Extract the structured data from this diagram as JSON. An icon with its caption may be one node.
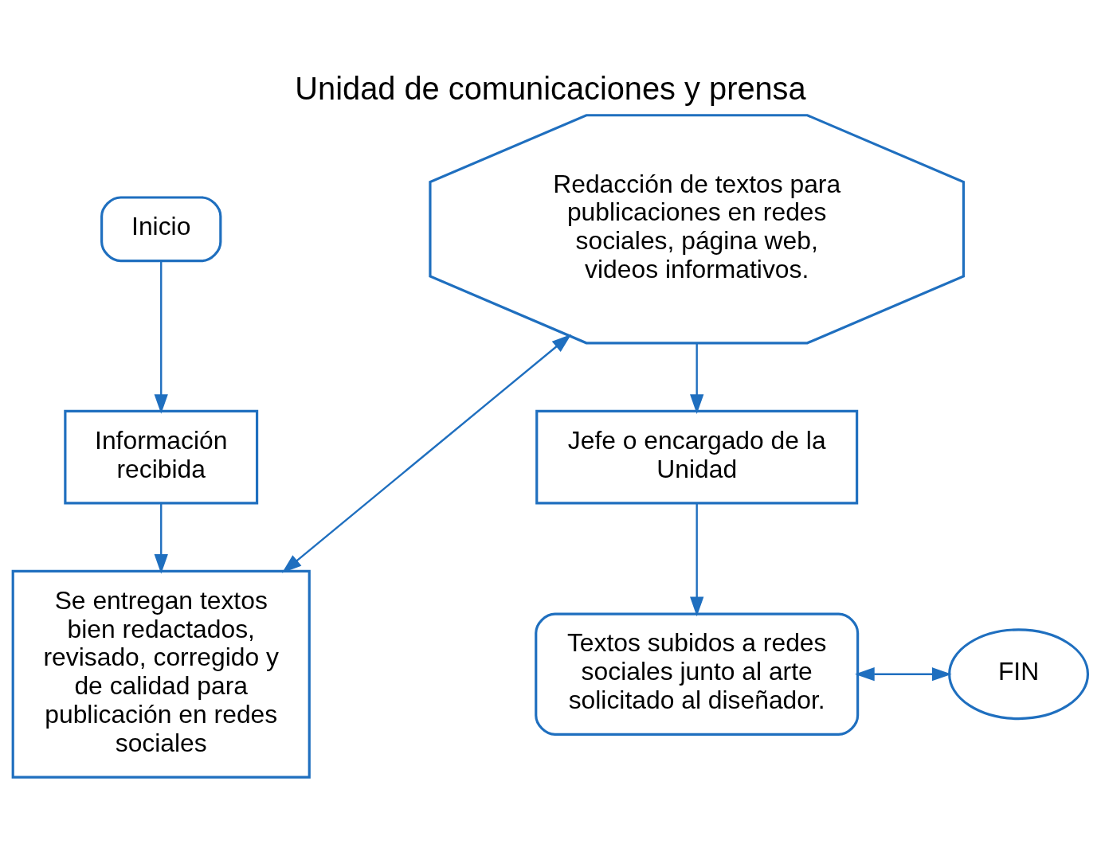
{
  "diagram": {
    "title": "Unidad de comunicaciones y prensa",
    "nodes": [
      {
        "text": [
          "Inicio"
        ]
      },
      {
        "text": [
          "Información recibida"
        ]
      },
      {
        "text": [
          "Se entregan textos bien redactados, revisado, corregido y de calidad para publicación en redes sociales"
        ]
      },
      {
        "text": [
          "Redacción de textos para publicaciones en redes sociales, página web, videos informativos."
        ]
      },
      {
        "text": [
          "Jefe o encargado de la Unidad"
        ]
      },
      {
        "text": [
          "Textos subidos a redes sociales junto al arte solicitado al diseñador."
        ]
      },
      {
        "text": [
          "FIN"
        ]
      }
    ],
    "edges": [
      {
        "from": 0,
        "to": 1,
        "arrow": "to"
      },
      {
        "from": 1,
        "to": 2,
        "arrow": "to"
      },
      {
        "from": 2,
        "to": 3,
        "arrow": "both"
      },
      {
        "from": 3,
        "to": 4,
        "arrow": "to"
      },
      {
        "from": 4,
        "to": 5,
        "arrow": "to"
      },
      {
        "from": 5,
        "to": 6,
        "arrow": "both"
      }
    ]
  }
}
